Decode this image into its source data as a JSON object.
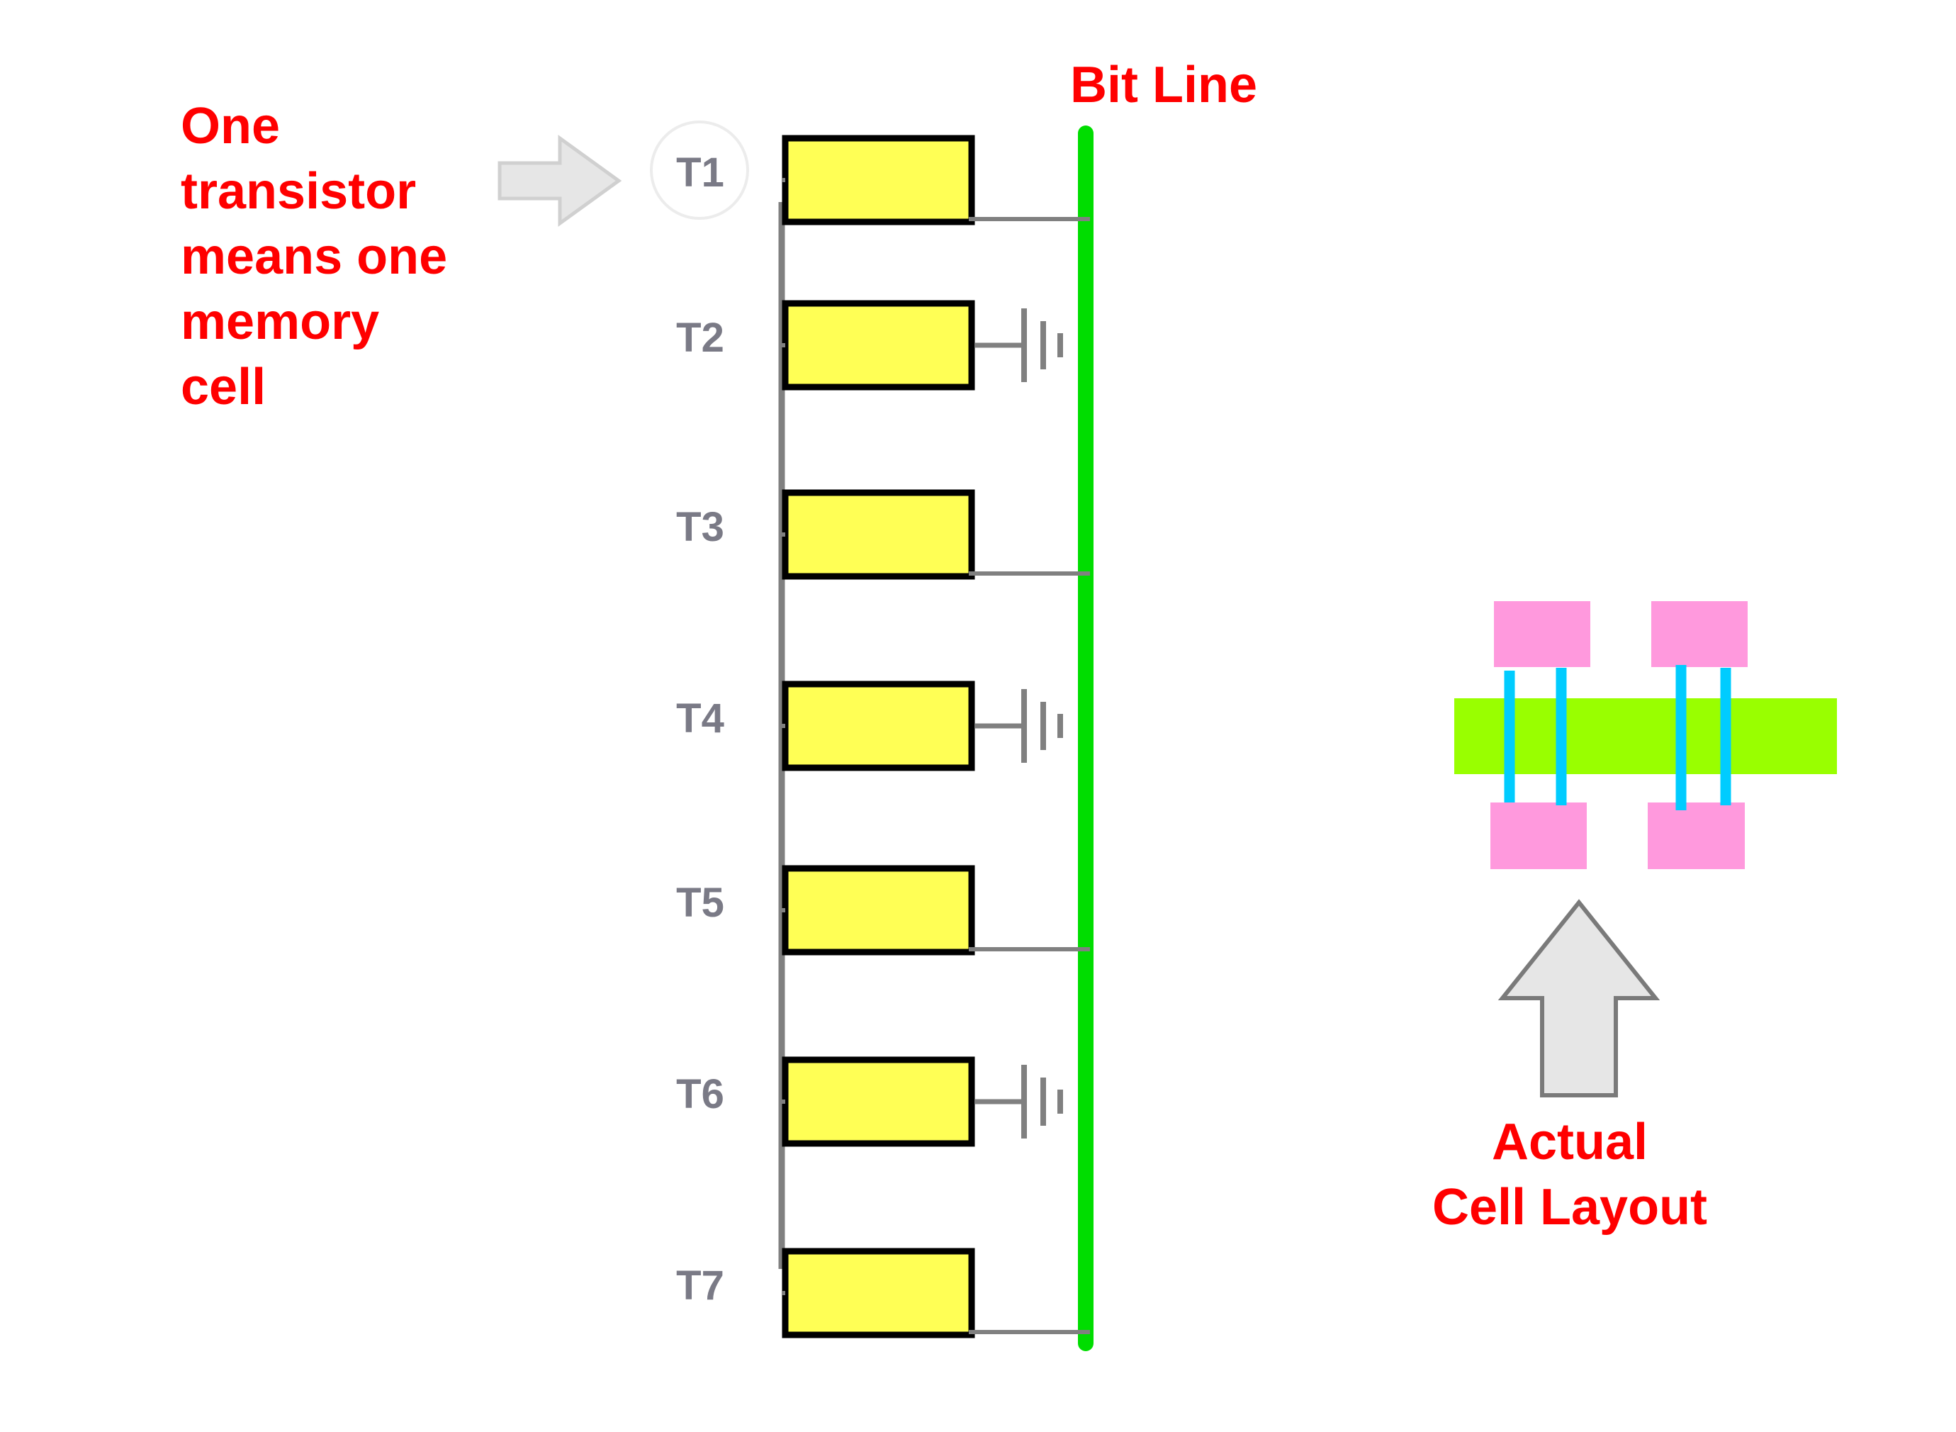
{
  "annotation": {
    "lines": [
      "One",
      "transistor",
      "means one",
      "memory",
      "cell"
    ]
  },
  "bit_line_label": "Bit Line",
  "layout_caption": {
    "lines": [
      "Actual",
      "Cell Layout"
    ]
  },
  "transistors": [
    {
      "label": "T1",
      "bitline_contact": true,
      "grounded": false,
      "highlighted": true
    },
    {
      "label": "T2",
      "bitline_contact": false,
      "grounded": true,
      "highlighted": false
    },
    {
      "label": "T3",
      "bitline_contact": true,
      "grounded": false,
      "highlighted": false
    },
    {
      "label": "T4",
      "bitline_contact": false,
      "grounded": true,
      "highlighted": false
    },
    {
      "label": "T5",
      "bitline_contact": true,
      "grounded": false,
      "highlighted": false
    },
    {
      "label": "T6",
      "bitline_contact": false,
      "grounded": true,
      "highlighted": false
    },
    {
      "label": "T7",
      "bitline_contact": true,
      "grounded": false,
      "highlighted": false
    }
  ],
  "icons": {
    "ground": "ground-icon",
    "pointer": "arrow-right-icon",
    "layout_pointer": "arrow-up-icon"
  },
  "colors": {
    "label_text": "#ff0000",
    "bit_line": "#00dd00",
    "cell_fill": "#ffff55",
    "cell_border": "#000000",
    "wire": "#808080",
    "transistor_label": "#7a7a86",
    "layout_active": "#99ff00",
    "layout_contact": "#ff99dd",
    "layout_gate": "#00ccff",
    "arrow_fill": "#e6e6e6",
    "arrow_stroke": "#7a7a7a"
  }
}
